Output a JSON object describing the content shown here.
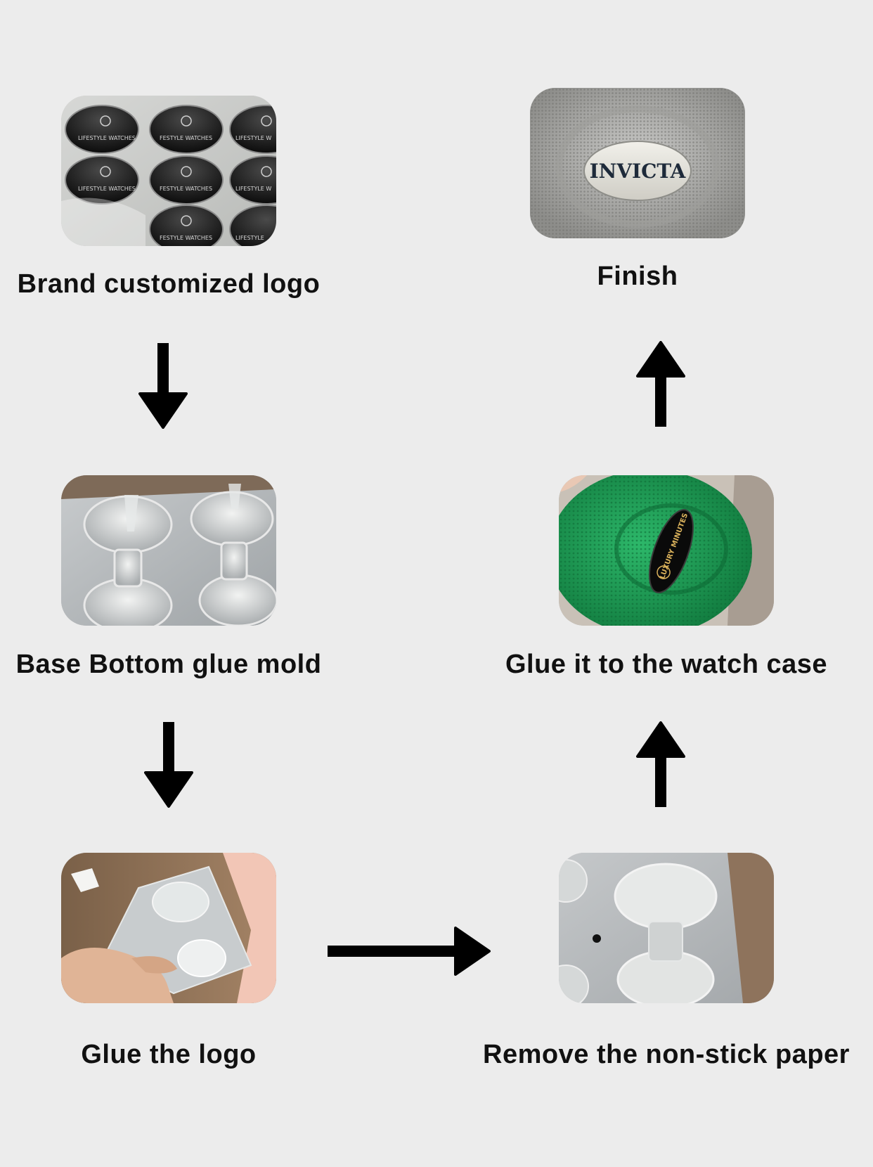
{
  "colors": {
    "background": "#ececec",
    "text": "#111111",
    "arrow": "#000000"
  },
  "steps": [
    {
      "label": "Brand customized logo",
      "photo_icon": "epoxy-logo-stickers-photo",
      "photo_text": [
        "LIFESTYLE WATCHES",
        "FESTYLE WATCHES",
        "LIFESTYLE W",
        "LIFESTYLE WATCHES",
        "FESTYLE WATCHES",
        "LIFESTYLE W",
        "FESTYLE WATCHES",
        "LIFESTYLE"
      ]
    },
    {
      "label": "Base Bottom glue mold",
      "photo_icon": "glue-mold-photo"
    },
    {
      "label": "Glue the logo",
      "photo_icon": "hand-gluing-logo-photo"
    },
    {
      "label": "Remove the non-stick paper",
      "photo_icon": "mold-without-paper-photo"
    },
    {
      "label": "Glue it to the watch case",
      "photo_icon": "green-watch-case-photo",
      "photo_text": "LUXURY MINUTES"
    },
    {
      "label": "Finish",
      "photo_icon": "grey-watch-case-photo",
      "photo_text": "INVICTA"
    }
  ],
  "arrows": [
    {
      "from": 0,
      "to": 1,
      "direction": "down"
    },
    {
      "from": 1,
      "to": 2,
      "direction": "down"
    },
    {
      "from": 2,
      "to": 3,
      "direction": "right"
    },
    {
      "from": 3,
      "to": 4,
      "direction": "up"
    },
    {
      "from": 4,
      "to": 5,
      "direction": "up"
    }
  ]
}
